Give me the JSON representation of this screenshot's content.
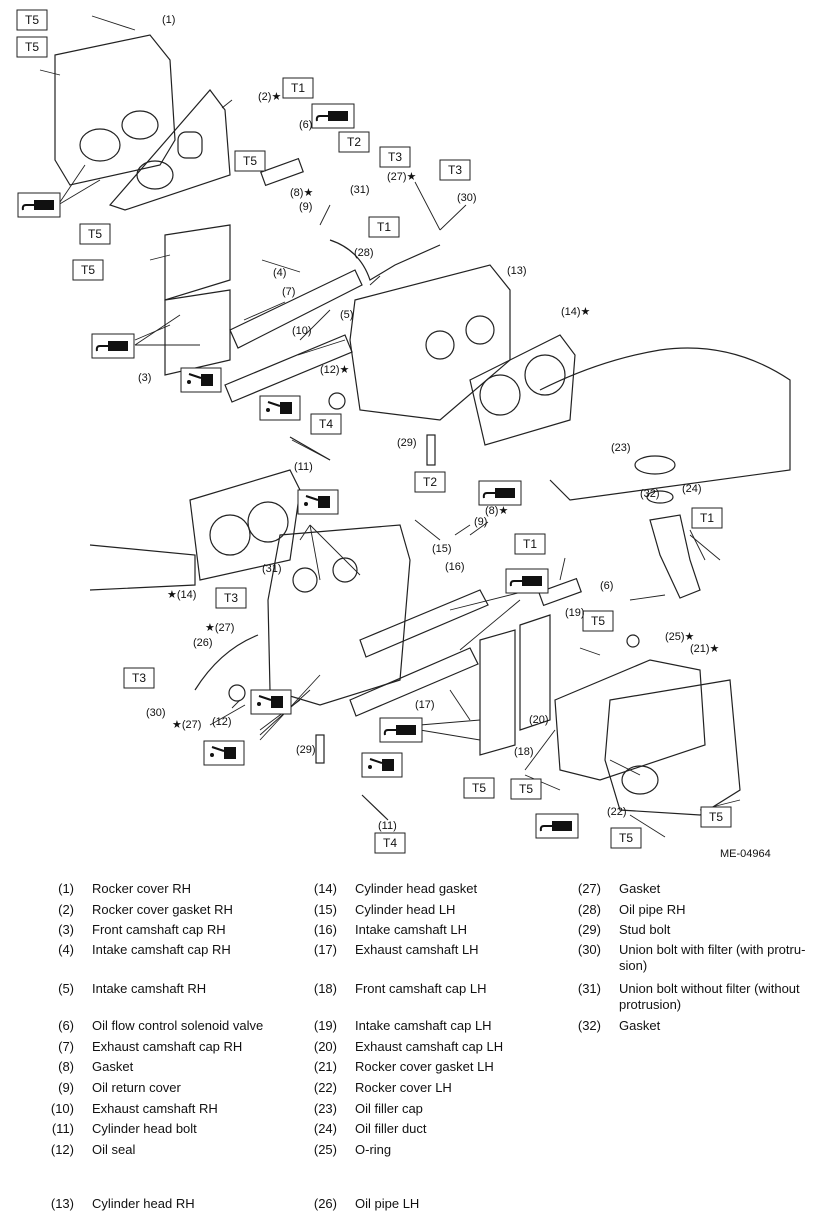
{
  "figure_id": "ME-04964",
  "callouts": {
    "torques": [
      "T1",
      "T2",
      "T3",
      "T4",
      "T5"
    ],
    "numbers": [
      "(1)",
      "(2)",
      "(3)",
      "(4)",
      "(5)",
      "(6)",
      "(7)",
      "(8)",
      "(9)",
      "(10)",
      "(11)",
      "(12)",
      "(13)",
      "(14)",
      "(15)",
      "(16)",
      "(17)",
      "(18)",
      "(19)",
      "(20)",
      "(21)",
      "(22)",
      "(23)",
      "(24)",
      "(25)",
      "(26)",
      "(27)",
      "(28)",
      "(29)",
      "(30)",
      "(31)",
      "(32)"
    ],
    "star": "★"
  },
  "icons": [
    "sealant-tube-icon",
    "oil-can-icon"
  ],
  "legend": [
    {
      "num": "(1)",
      "text": "Rocker cover RH"
    },
    {
      "num": "(2)",
      "text": "Rocker cover gasket RH"
    },
    {
      "num": "(3)",
      "text": "Front camshaft cap RH"
    },
    {
      "num": "(4)",
      "text": "Intake camshaft cap RH"
    },
    {
      "num": "(5)",
      "text": "Intake camshaft RH"
    },
    {
      "num": "(6)",
      "text": "Oil flow control solenoid valve"
    },
    {
      "num": "(7)",
      "text": "Exhaust camshaft cap RH"
    },
    {
      "num": "(8)",
      "text": "Gasket"
    },
    {
      "num": "(9)",
      "text": "Oil return cover"
    },
    {
      "num": "(10)",
      "text": "Exhaust camshaft RH"
    },
    {
      "num": "(11)",
      "text": "Cylinder head bolt"
    },
    {
      "num": "(12)",
      "text": "Oil seal"
    },
    {
      "num": "(13)",
      "text": "Cylinder head RH"
    },
    {
      "num": "(14)",
      "text": "Cylinder head gasket"
    },
    {
      "num": "(15)",
      "text": "Cylinder head LH"
    },
    {
      "num": "(16)",
      "text": "Intake camshaft LH"
    },
    {
      "num": "(17)",
      "text": "Exhaust camshaft LH"
    },
    {
      "num": "(18)",
      "text": "Front camshaft cap LH"
    },
    {
      "num": "(19)",
      "text": "Intake camshaft cap LH"
    },
    {
      "num": "(20)",
      "text": "Exhaust camshaft cap LH"
    },
    {
      "num": "(21)",
      "text": "Rocker cover gasket LH"
    },
    {
      "num": "(22)",
      "text": "Rocker cover LH"
    },
    {
      "num": "(23)",
      "text": "Oil filler cap"
    },
    {
      "num": "(24)",
      "text": "Oil filler duct"
    },
    {
      "num": "(25)",
      "text": "O-ring"
    },
    {
      "num": "(26)",
      "text": "Oil pipe LH"
    },
    {
      "num": "(27)",
      "text": "Gasket"
    },
    {
      "num": "(28)",
      "text": "Oil pipe RH"
    },
    {
      "num": "(29)",
      "text": "Stud bolt"
    },
    {
      "num": "(30)",
      "text": "Union bolt with filter (with protru-sion)"
    },
    {
      "num": "(31)",
      "text": "Union bolt without filter (without protrusion)"
    },
    {
      "num": "(32)",
      "text": "Gasket"
    }
  ]
}
